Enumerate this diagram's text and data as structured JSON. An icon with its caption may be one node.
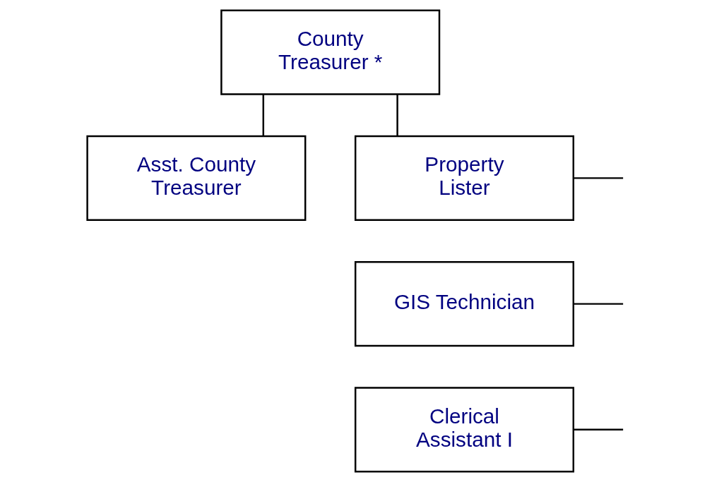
{
  "diagram": {
    "nodes": [
      {
        "text": [
          "County Treasurer *"
        ]
      },
      {
        "text": [
          "Asst. County Treasurer"
        ]
      },
      {
        "text": [
          "Property Lister"
        ]
      },
      {
        "text": [
          "GIS Technician"
        ]
      },
      {
        "text": [
          "Clerical Assistant I"
        ]
      }
    ],
    "edges": [
      {
        "from": 0,
        "to": 1,
        "arrow": "none"
      },
      {
        "from": 0,
        "to": 2,
        "arrow": "none"
      },
      {
        "from": 2,
        "to": null,
        "arrow": "none"
      },
      {
        "from": 3,
        "to": null,
        "arrow": "none"
      },
      {
        "from": 4,
        "to": null,
        "arrow": "none"
      }
    ]
  }
}
